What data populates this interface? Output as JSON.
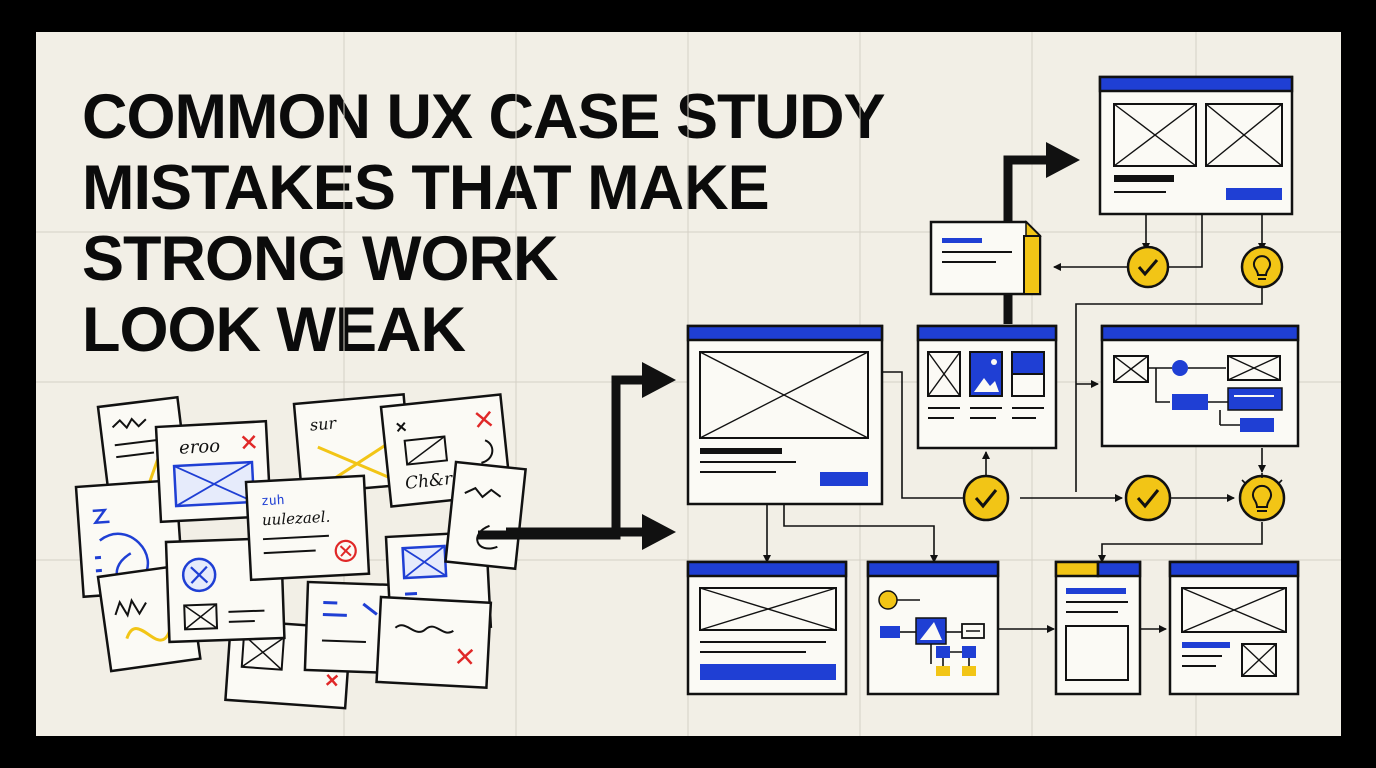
{
  "title_lines": [
    "COMMON UX CASE STUDY",
    "MISTAKES THAT MAKE",
    "STRONG WORK",
    "LOOK WEAK"
  ],
  "colors": {
    "background": "#f2efe6",
    "frame": "#000000",
    "ink": "#0b0b0b",
    "accent_blue": "#1f3fd4",
    "accent_yellow": "#f2c516",
    "error_red": "#e02828"
  },
  "icons": [
    "check-icon",
    "lightbulb-icon",
    "x-mark-icon",
    "image-placeholder-icon",
    "sticky-note-icon",
    "sparkle-icon",
    "arrow-icon"
  ],
  "scribble_text": [
    "eroo",
    "Ch&ro",
    "sur",
    "zuh",
    "uulezael."
  ]
}
